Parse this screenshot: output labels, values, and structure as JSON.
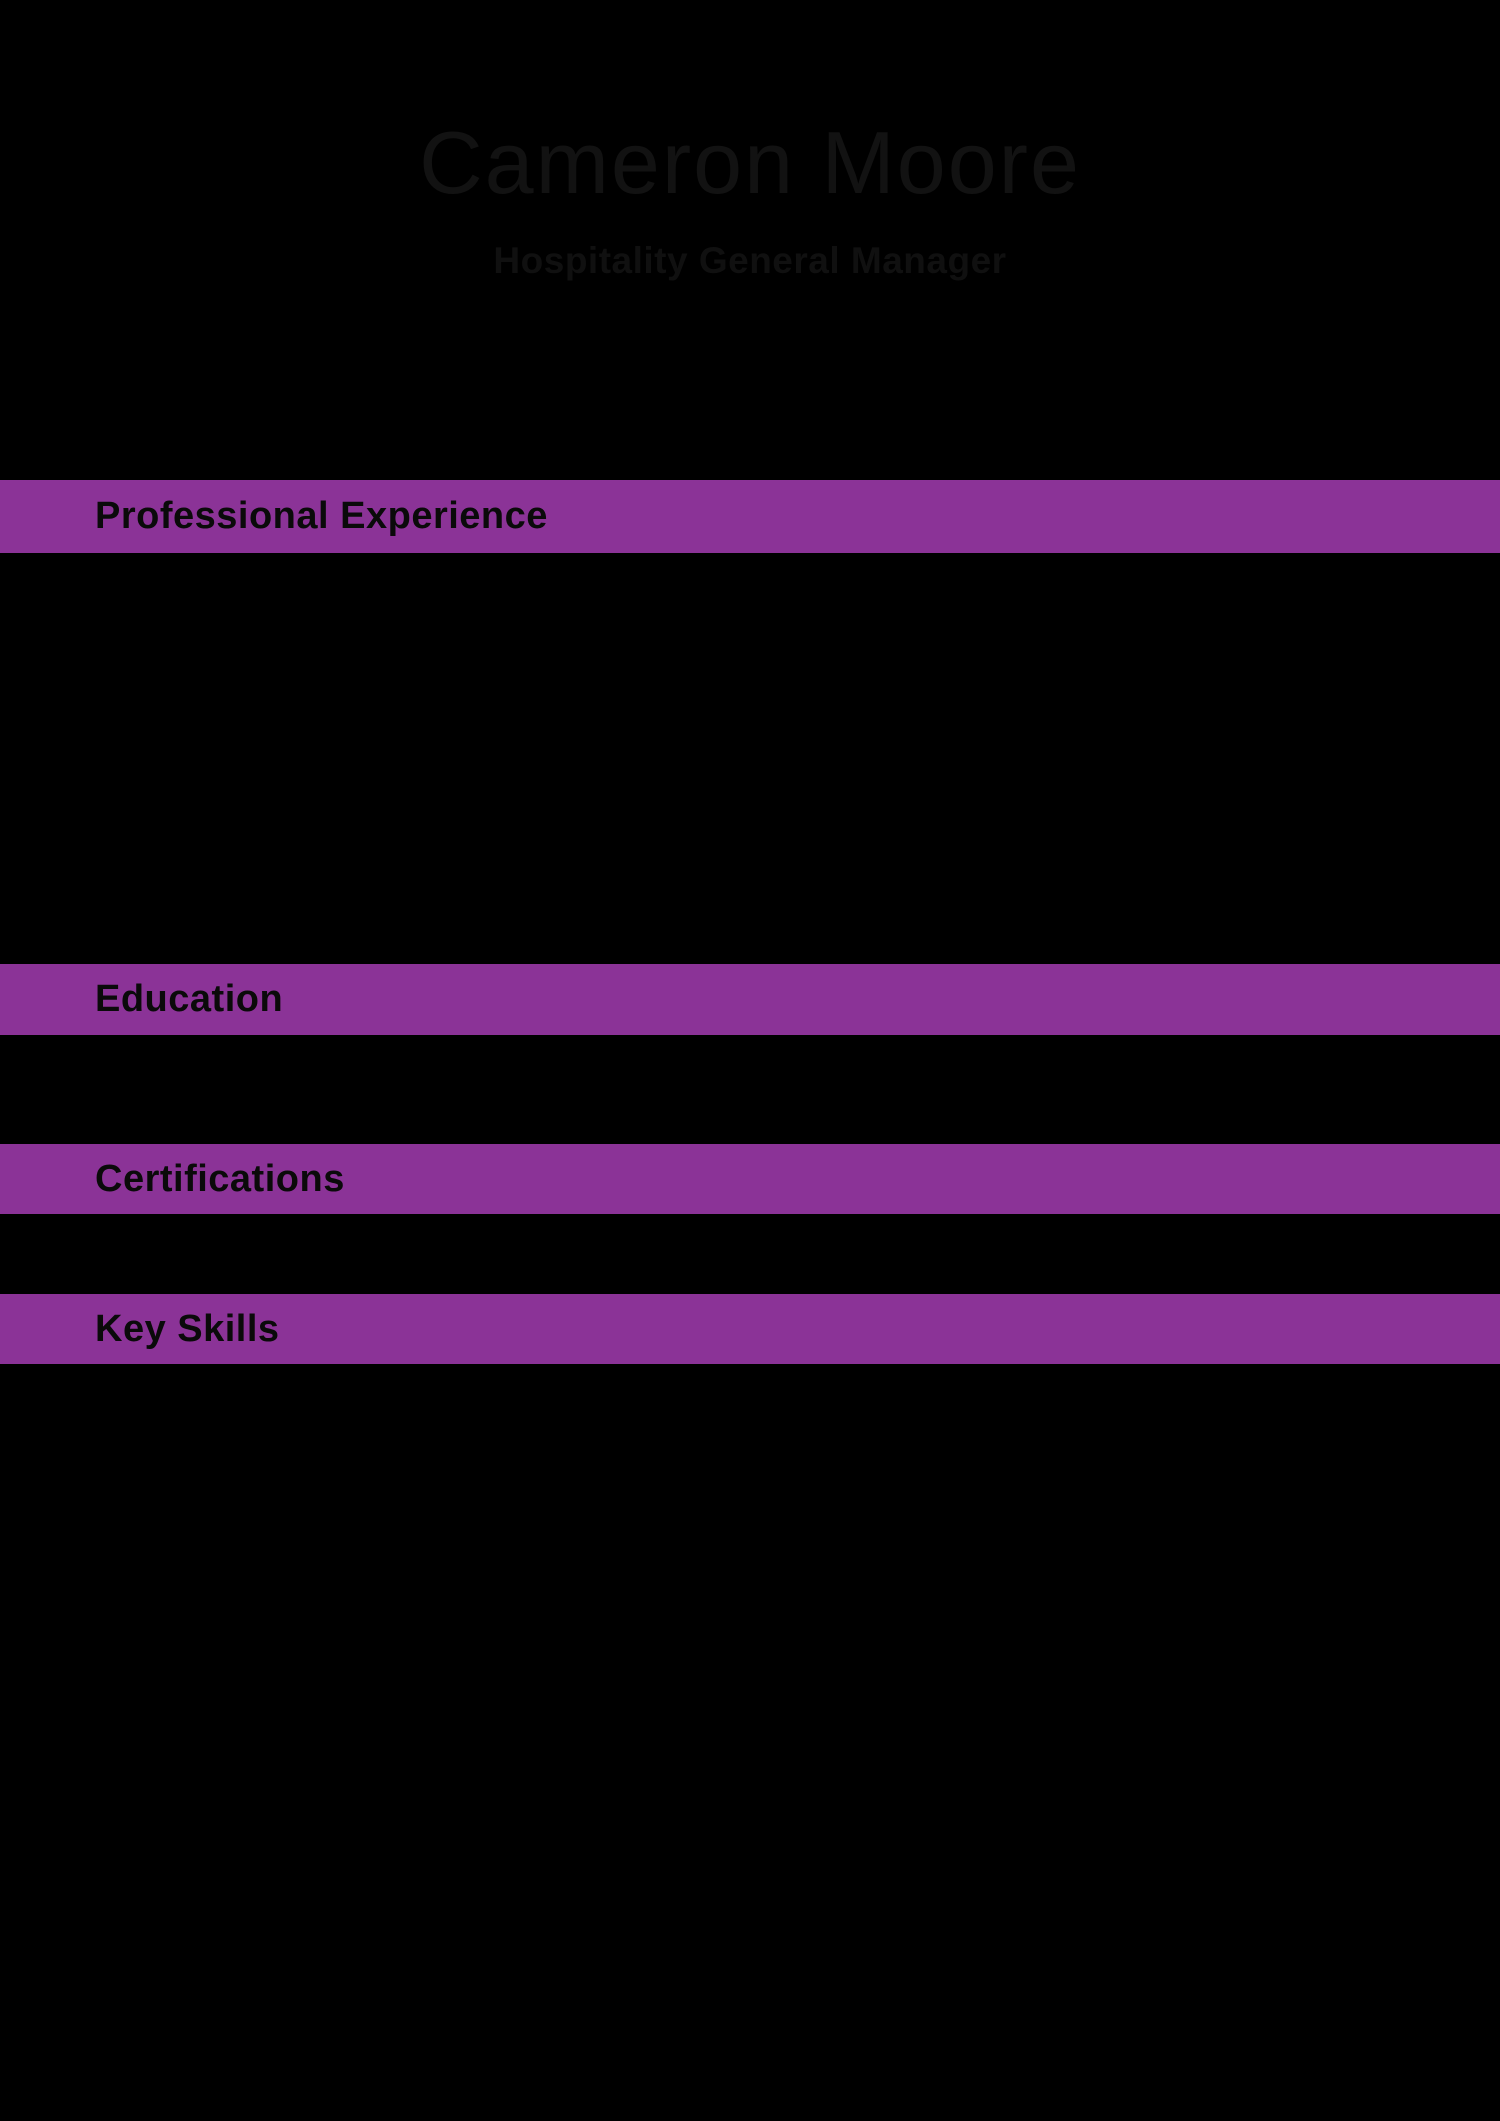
{
  "page": {
    "background_color": "#000000",
    "accent_color": "#8b3397",
    "header_text_color": "#121212"
  },
  "header": {
    "name": "Cameron Moore",
    "title": "Hospitality General Manager"
  },
  "sections": [
    {
      "id": "experience",
      "label": "Professional Experience"
    },
    {
      "id": "education",
      "label": "Education"
    },
    {
      "id": "certifications",
      "label": "Certifications"
    },
    {
      "id": "keyskills",
      "label": "Key Skills"
    }
  ]
}
